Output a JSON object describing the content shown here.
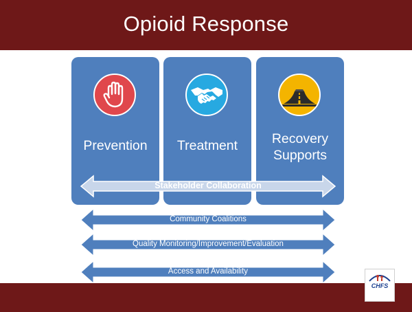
{
  "slide": {
    "title": "Opioid Response"
  },
  "pillars": [
    {
      "label_line1": "Prevention",
      "label_line2": "",
      "icon": "stop-hand-icon"
    },
    {
      "label_line1": "Treatment",
      "label_line2": "",
      "icon": "handshake-icon"
    },
    {
      "label_line1": "Recovery",
      "label_line2": "Supports",
      "icon": "road-icon"
    }
  ],
  "arrows": {
    "stakeholder": "Stakeholder Collaboration",
    "community": "Community Coalitions",
    "quality": "Quality Monitoring/Improvement/Evaluation",
    "access": "Access and Availability"
  },
  "logo": {
    "text": "CHFS"
  },
  "colors": {
    "header_footer": "#6e1818",
    "pillar": "#4f7fbd",
    "arrow_fill": "#4f7fbd",
    "stakeholder_arrow": "#c8d6ea",
    "prevention_icon": "#e0474c",
    "treatment_icon": "#27a9e1",
    "recovery_icon": "#f4b400"
  }
}
